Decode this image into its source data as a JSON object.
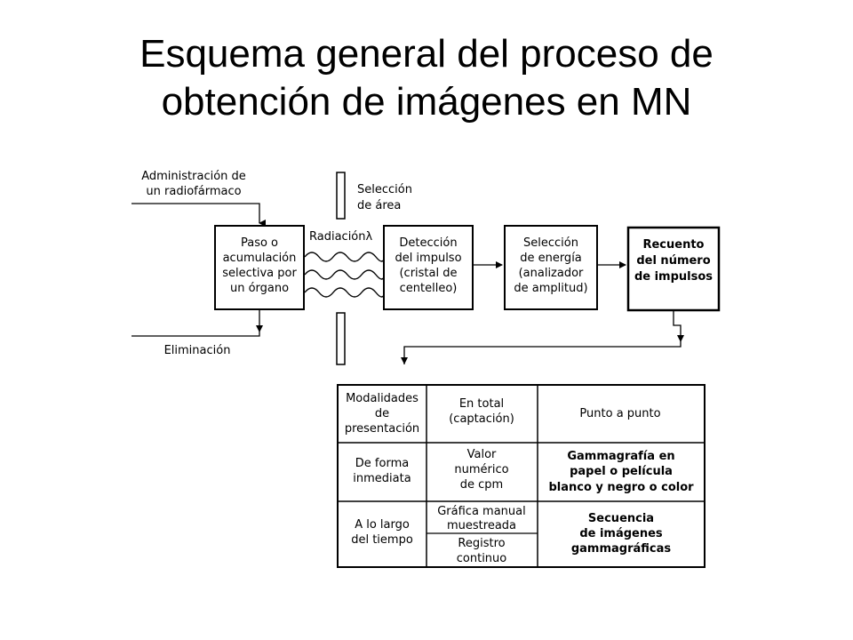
{
  "title": {
    "line1": "Esquema general del proceso de",
    "line2": "obtención de imágenes en MN"
  },
  "inputs": {
    "administracion": [
      "Administración de",
      "un radiofármaco"
    ],
    "eliminacion": "Eliminación"
  },
  "boxes": {
    "paso": [
      "Paso o",
      "acumulación",
      "selectiva por",
      "un órgano"
    ],
    "deteccion": [
      "Detección",
      "del impulso",
      "(cristal de",
      "centelleo)"
    ],
    "seleccion_energia": [
      "Selección",
      "de energía",
      "(analizador",
      "de amplitud)"
    ],
    "recuento": [
      "Recuento",
      "del número",
      "de impulsos"
    ]
  },
  "labels": {
    "seleccion_area": [
      "Selección",
      "de área"
    ],
    "radiacion": "Radiaciónλ"
  },
  "table": {
    "modalidades": [
      "Modalidades",
      "de",
      "presentación"
    ],
    "en_total": [
      "En total",
      "(captación)"
    ],
    "punto_a_punto": "Punto a punto",
    "forma_inmediata": [
      "De forma",
      "inmediata"
    ],
    "valor_numerico": [
      "Valor",
      "numérico",
      "de cpm"
    ],
    "gammagrafia": [
      "Gammagrafía en",
      "papel o película",
      "blanco y negro o color"
    ],
    "lo_largo": [
      "A lo largo",
      "del tiempo"
    ],
    "grafica_manual": [
      "Gráfica manual",
      "muestreada"
    ],
    "registro_continuo": [
      "Registro",
      "continuo"
    ],
    "secuencia": [
      "Secuencia",
      "de imágenes",
      "gammagráficas"
    ]
  }
}
